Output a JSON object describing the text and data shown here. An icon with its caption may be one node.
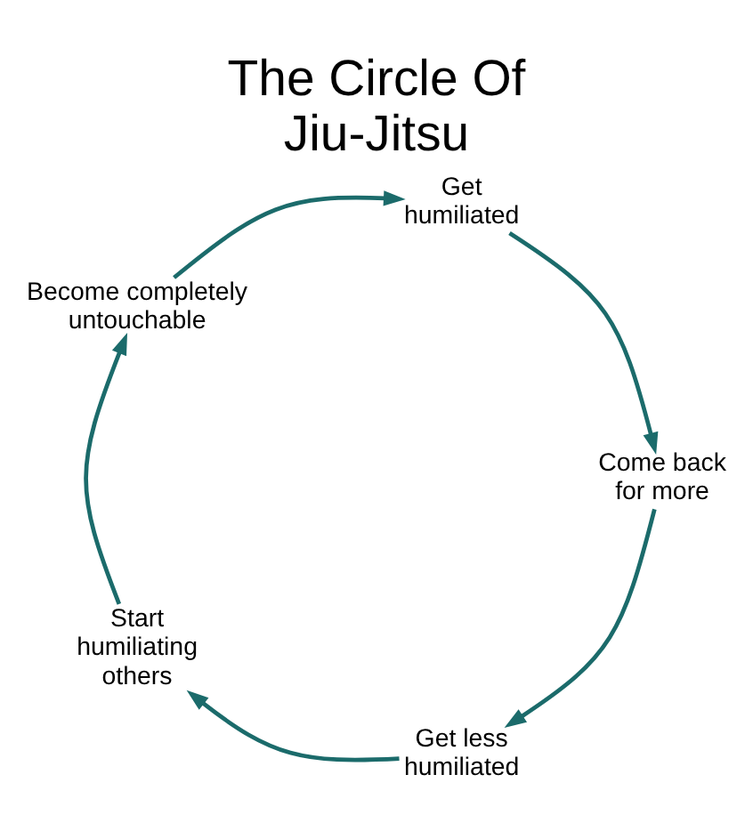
{
  "diagram": {
    "title": "The Circle Of Jiu-Jitsu",
    "nodes": [
      {
        "text": [
          "Get humiliated"
        ]
      },
      {
        "text": [
          "Come back for more"
        ]
      },
      {
        "text": [
          "Get less humiliated"
        ]
      },
      {
        "text": [
          "Start humiliating others"
        ]
      },
      {
        "text": [
          "Become completely untouchable"
        ]
      }
    ],
    "edges": [
      {
        "from": 0,
        "to": 1,
        "arrow": "to"
      },
      {
        "from": 1,
        "to": 2,
        "arrow": "to"
      },
      {
        "from": 2,
        "to": 3,
        "arrow": "to"
      },
      {
        "from": 3,
        "to": 4,
        "arrow": "to"
      },
      {
        "from": 4,
        "to": 0,
        "arrow": "to"
      }
    ]
  }
}
